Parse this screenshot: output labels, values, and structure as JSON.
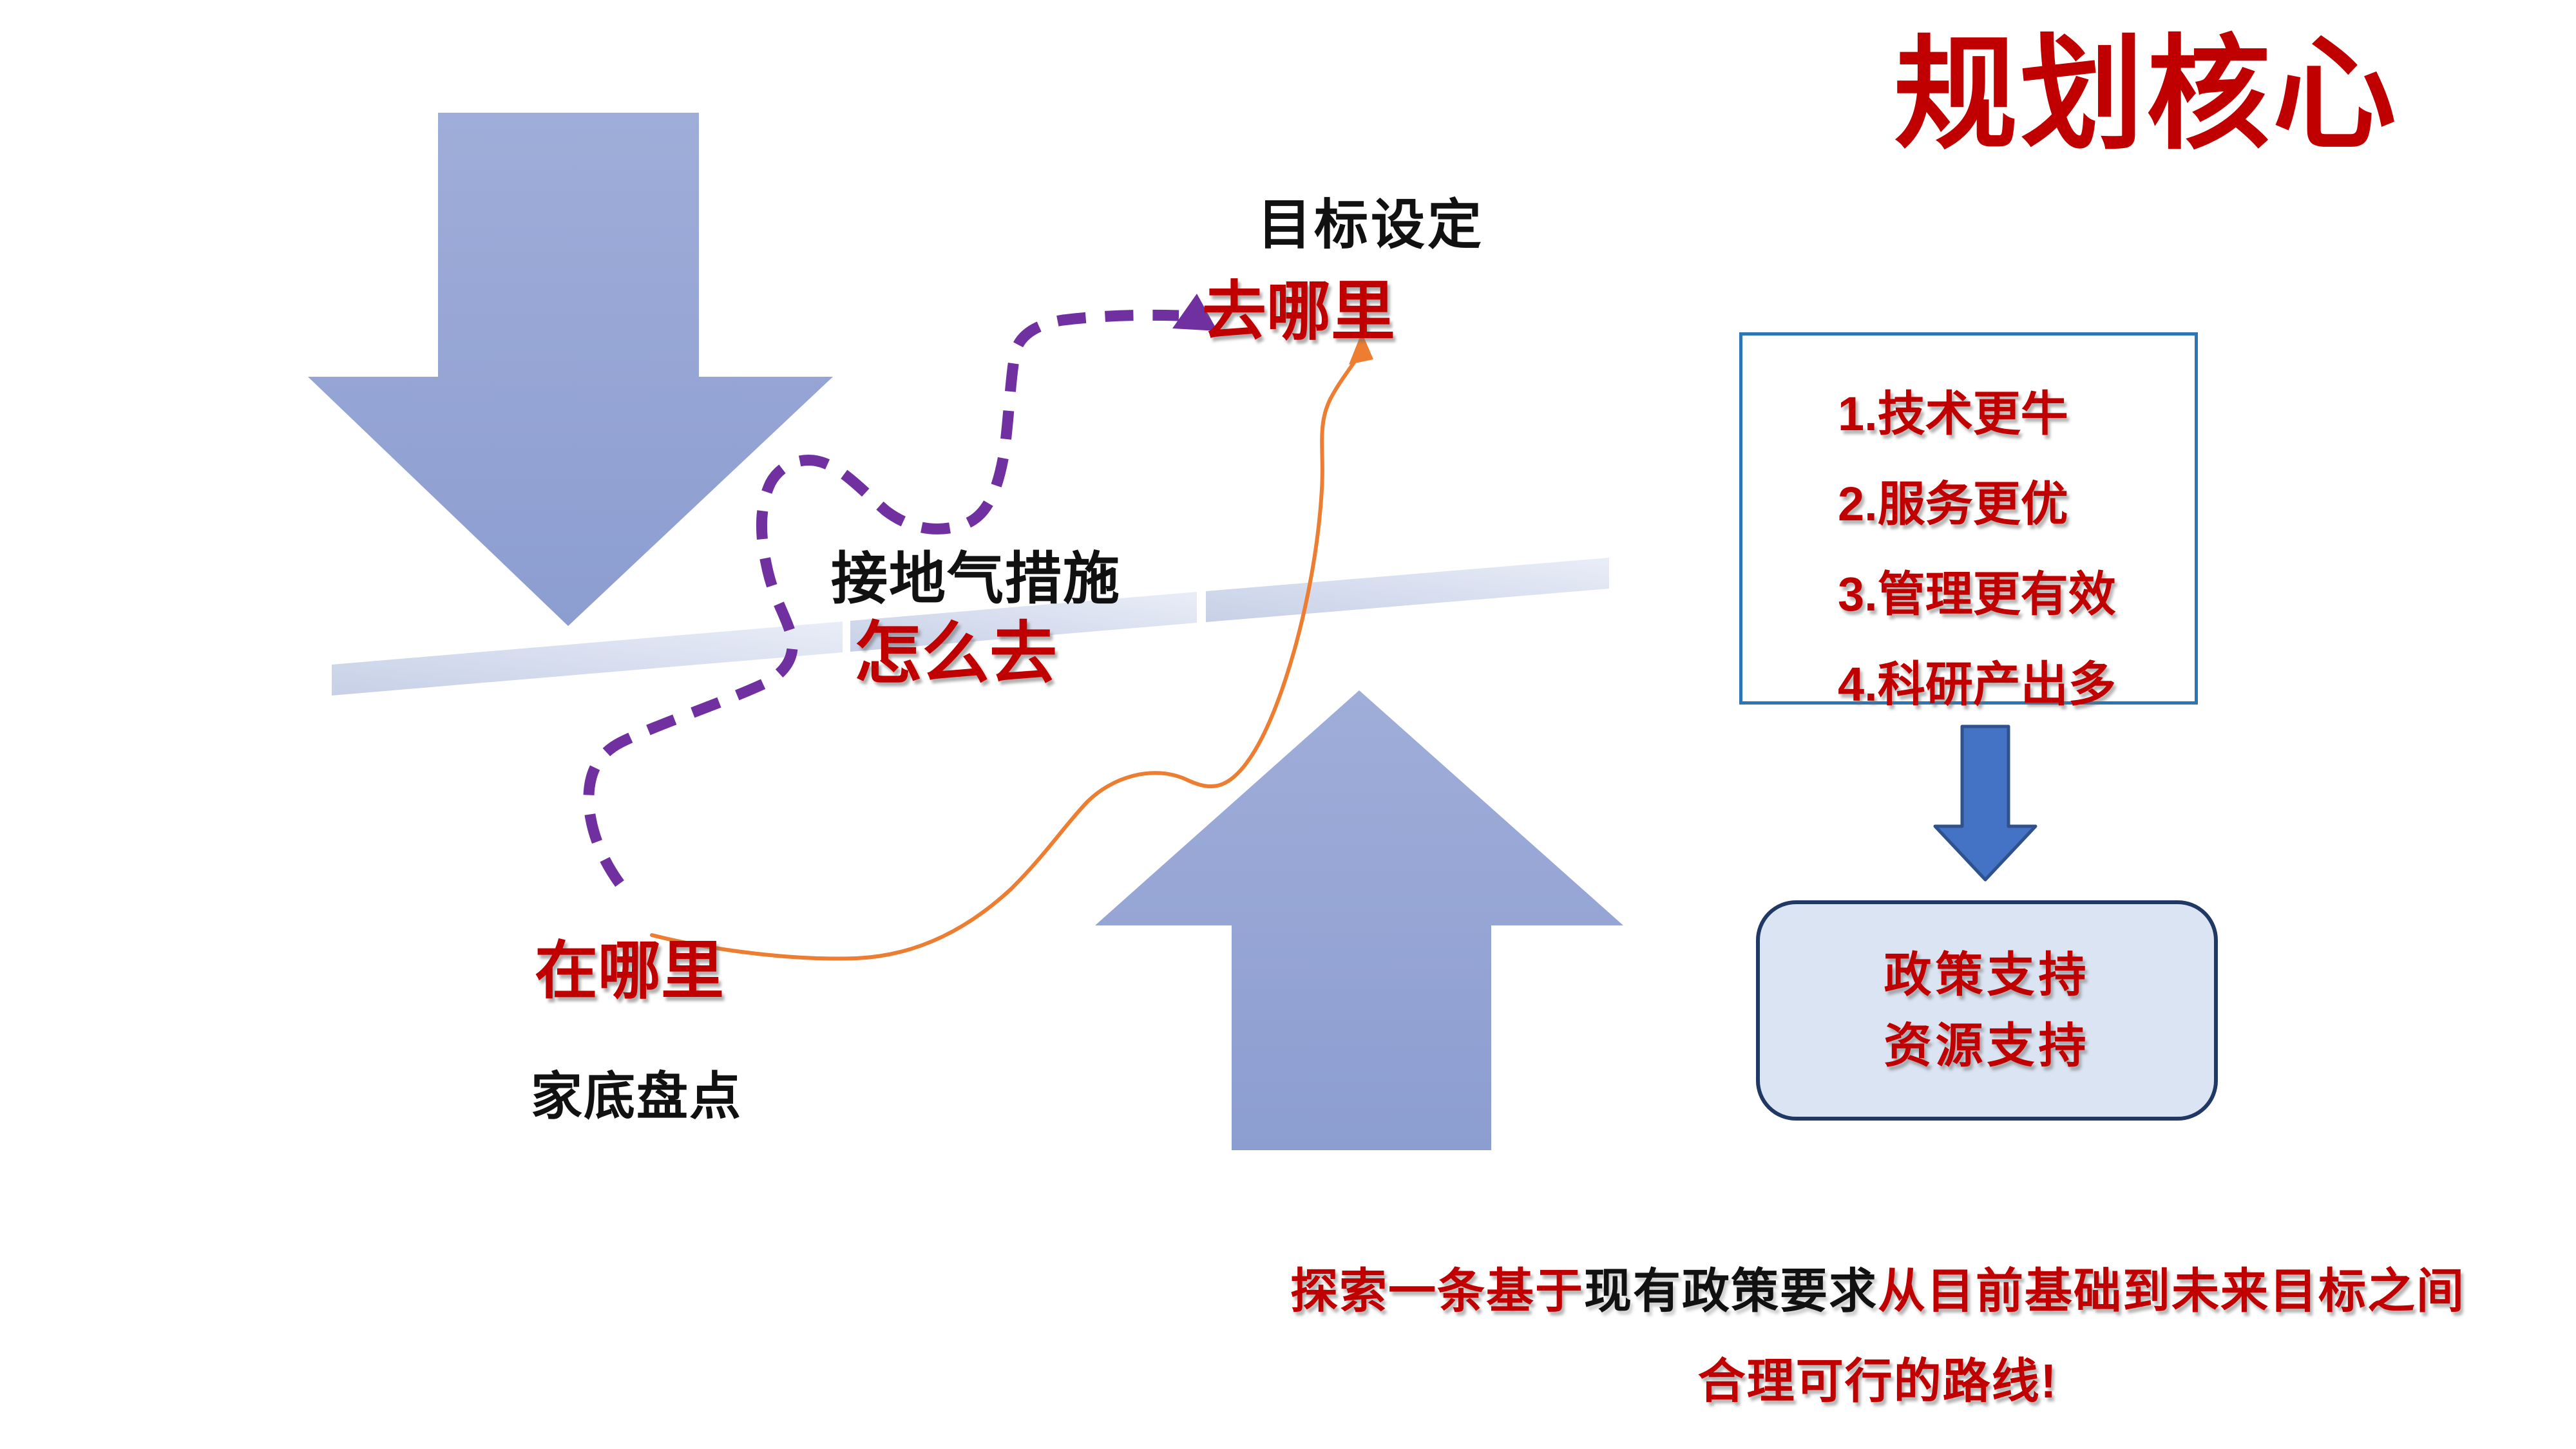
{
  "slide": {
    "title": "规划核心"
  },
  "nodes": {
    "goal_caption": "目标设定",
    "goal_label": "去哪里",
    "measures_caption": "接地气措施",
    "how_label": "怎么去",
    "where_label": "在哪里",
    "inventory_caption": "家底盘点"
  },
  "goals_box": {
    "items": [
      "1.技术更牛",
      "2.服务更优",
      "3.管理更有效",
      "4.科研产出多"
    ]
  },
  "support_box": {
    "line1": "政策支持",
    "line2": "资源支持"
  },
  "footer": {
    "seg1": "探索一条基于",
    "seg2": "现有政策要求",
    "seg3": "从目前基础到未来目标之间",
    "line2": "合理可行的路线!"
  },
  "colors": {
    "red": "#C00000",
    "black": "#111111",
    "purple": "#7030A0",
    "orange": "#ED7D31",
    "arrow_light": "#9FADD9",
    "arrow_dark": "#8C9DD0",
    "bar_light": "#E9EDF7",
    "bar_dark": "#C7D0E7",
    "box_border": "#2E75B6",
    "support_fill": "#DBE4F2",
    "support_border": "#203864",
    "small_arrow_fill": "#4472C4",
    "small_arrow_border": "#2F528F"
  }
}
